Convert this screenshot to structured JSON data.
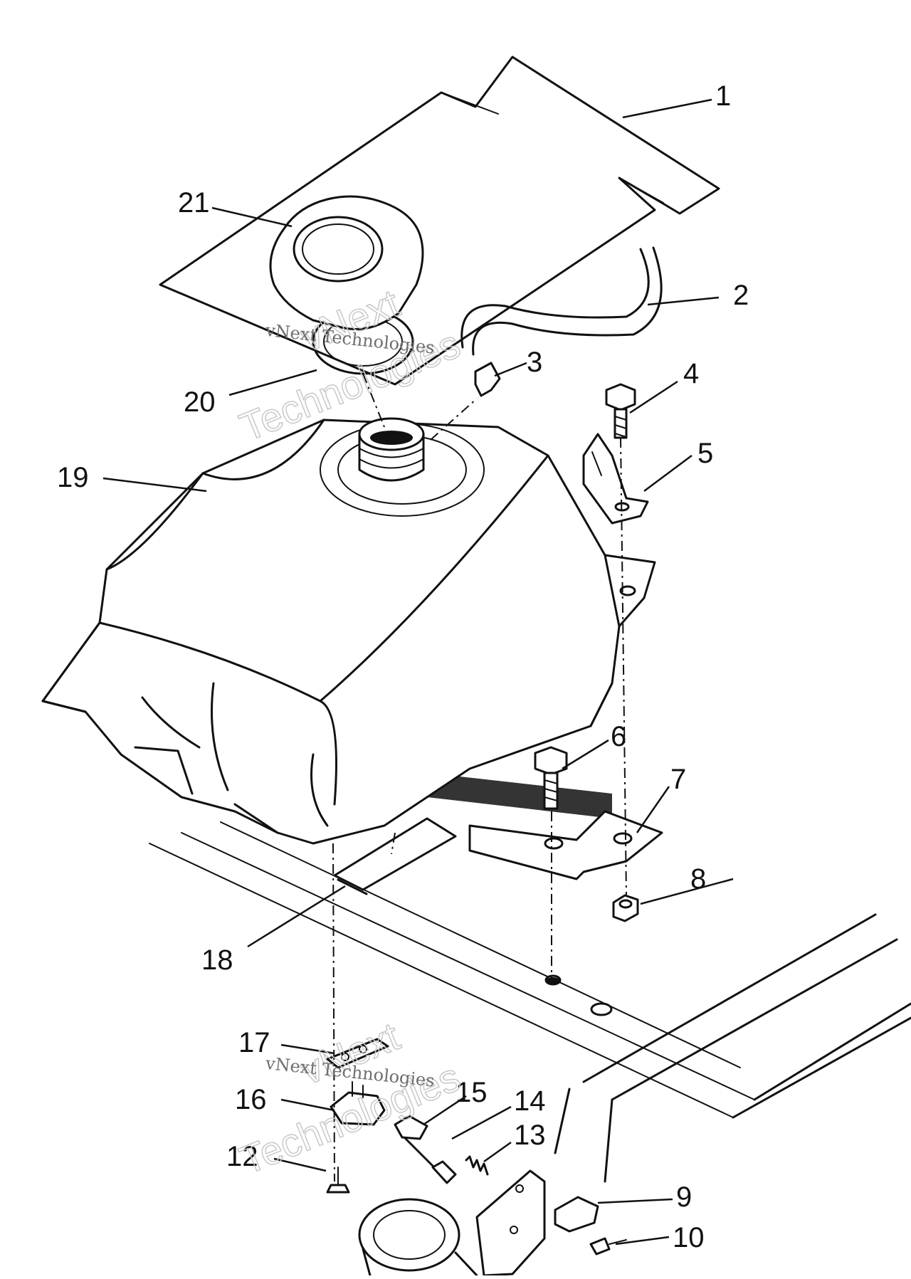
{
  "diagram": {
    "callouts": [
      {
        "id": "1",
        "label": "1"
      },
      {
        "id": "2",
        "label": "2"
      },
      {
        "id": "3",
        "label": "3"
      },
      {
        "id": "4",
        "label": "4"
      },
      {
        "id": "5",
        "label": "5"
      },
      {
        "id": "6",
        "label": "6"
      },
      {
        "id": "7",
        "label": "7"
      },
      {
        "id": "8",
        "label": "8"
      },
      {
        "id": "9",
        "label": "9"
      },
      {
        "id": "10",
        "label": "10"
      },
      {
        "id": "12",
        "label": "12"
      },
      {
        "id": "13",
        "label": "13"
      },
      {
        "id": "14",
        "label": "14"
      },
      {
        "id": "15",
        "label": "15"
      },
      {
        "id": "16",
        "label": "16"
      },
      {
        "id": "17",
        "label": "17"
      },
      {
        "id": "18",
        "label": "18"
      },
      {
        "id": "19",
        "label": "19"
      },
      {
        "id": "20",
        "label": "20"
      },
      {
        "id": "21",
        "label": "21"
      }
    ]
  },
  "watermarks": [
    {
      "small": "vNext Technologies",
      "large_top": "vNext",
      "large_bottom": "Technologies"
    },
    {
      "small": "vNext Technologies",
      "large_top": "vNext",
      "large_bottom": "Technologies"
    }
  ]
}
